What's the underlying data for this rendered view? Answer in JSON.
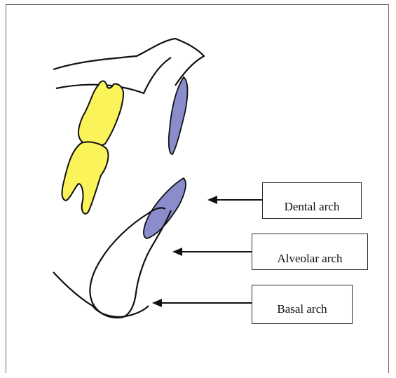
{
  "labels": {
    "dental_arch": "Dental arch",
    "alveolar_arch": "Alveolar arch",
    "basal_arch": "Basal arch"
  },
  "colors": {
    "tooth_fill": "#fbf35a",
    "arch_fill": "#8a8ccc",
    "outline": "#111111"
  }
}
